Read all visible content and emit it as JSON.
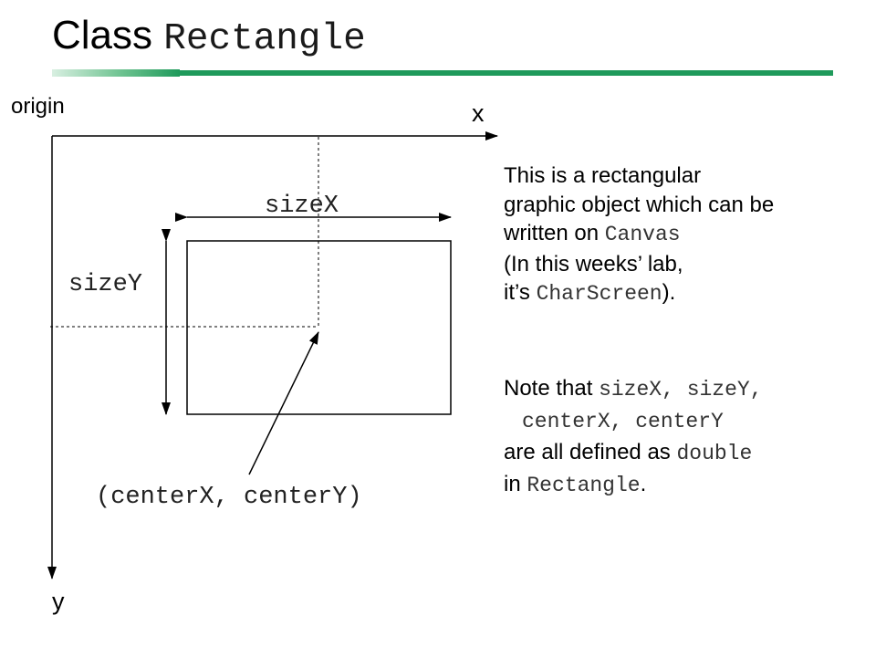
{
  "title": {
    "prefix": "Class",
    "class_name": "Rectangle"
  },
  "diagram": {
    "origin_label": "origin",
    "x_axis_label": "x",
    "y_axis_label": "y",
    "size_x_label": "sizeX",
    "size_y_label": "sizeY",
    "center_label": "(centerX, centerY)"
  },
  "description": {
    "line1": "This is a rectangular",
    "line2": "graphic object which can be",
    "line3_prefix": "written on",
    "line3_code": "Canvas",
    "line4": "(In this weeks’ lab,",
    "line5_prefix": "it’s",
    "line5_code": "CharScreen",
    "line5_suffix": ")."
  },
  "note": {
    "line1_prefix": "Note that",
    "line1_code": "sizeX, sizeY,",
    "line2_code": "centerX, centerY",
    "line3_prefix": "are all defined as",
    "line3_code": "double",
    "line4_prefix": "in",
    "line4_code": "Rectangle",
    "line4_suffix": "."
  },
  "colors": {
    "title_bar": "#1f9a5b",
    "ink": "#000000"
  }
}
